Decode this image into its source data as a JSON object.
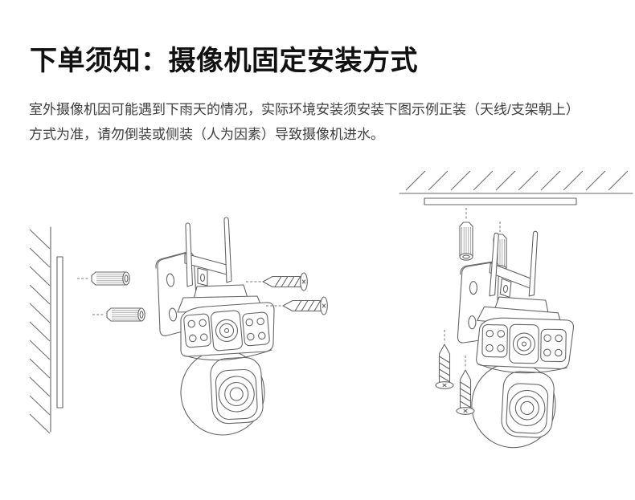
{
  "page": {
    "title": "下单须知：摄像机固定安装方式",
    "notice": "室外摄像机因可能遇到下雨天的情况，实际环境安装须安装下图示例正装（天线/支架朝上）方式为准，请勿倒装或侧装（人为因素）导致摄像机进水。"
  },
  "figures": {
    "wall_mount": {
      "label": "wall-mount-installation-diagram"
    },
    "ceiling_mount": {
      "label": "ceiling-mount-installation-diagram"
    }
  },
  "colors": {
    "background": "#ffffff",
    "title_text": "#111111",
    "body_text": "#3e3e3e",
    "line_art": "#666666"
  }
}
